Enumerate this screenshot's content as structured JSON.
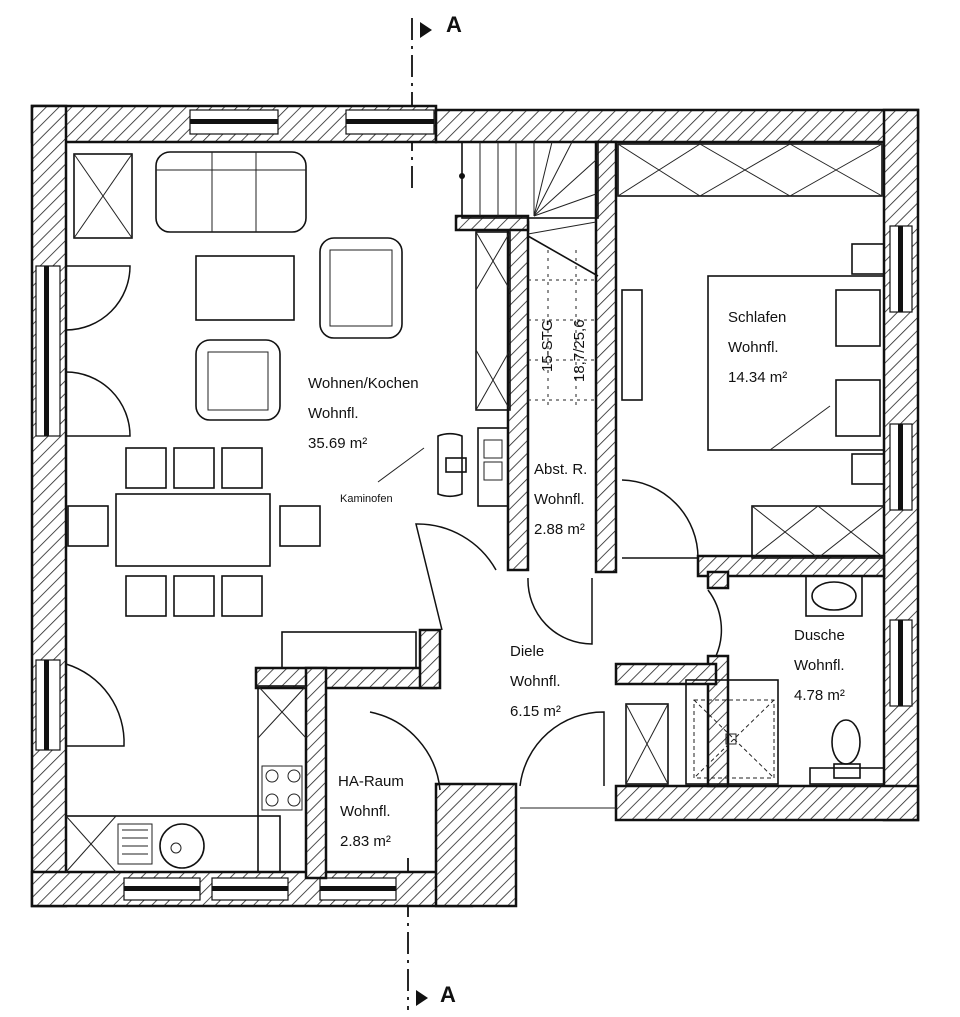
{
  "section_marks": {
    "top": "A",
    "bottom": "A"
  },
  "rooms": [
    {
      "id": "wohnen",
      "name": "Wohnen/Kochen",
      "area_label": "Wohnfl.",
      "area": "35.69 m²"
    },
    {
      "id": "schlafen",
      "name": "Schlafen",
      "area_label": "Wohnfl.",
      "area": "14.34 m²"
    },
    {
      "id": "abst",
      "name": "Abst. R.",
      "area_label": "Wohnfl.",
      "area": "2.88 m²"
    },
    {
      "id": "diele",
      "name": "Diele",
      "area_label": "Wohnfl.",
      "area": "6.15 m²"
    },
    {
      "id": "dusche",
      "name": "Dusche",
      "area_label": "Wohnfl.",
      "area": "4.78 m²"
    },
    {
      "id": "ha",
      "name": "HA-Raum",
      "area_label": "Wohnfl.",
      "area": "2.83 m²"
    }
  ],
  "fixtures": {
    "kaminofen": "Kaminofen"
  },
  "stair": {
    "steps": "15-STG",
    "dims": "18,7/25,6"
  }
}
